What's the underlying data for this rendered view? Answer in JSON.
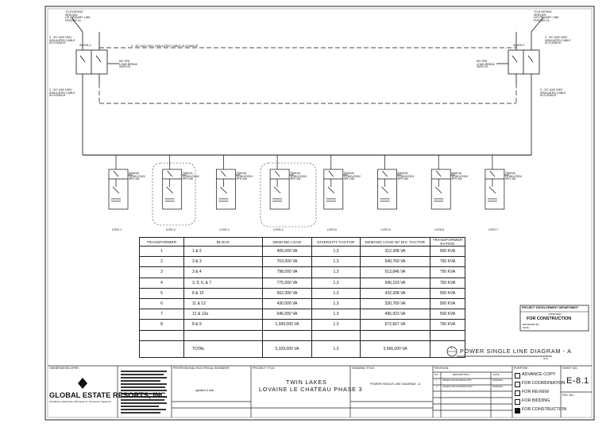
{
  "top_left": {
    "tag_block": [
      "TO EXISTING",
      "SERVICE",
      "UG PRIMARY LINE",
      "FEEDER 14"
    ],
    "feeder_label": [
      "3 - 3/C #4/0 15KV",
      "INSULATED CABLE",
      "IN CONDUIT"
    ],
    "ring_label": "3 - 3/C #4/0 15KV, INSULATED CABLE IN CONDUIT",
    "switchgear": "SWGR-1",
    "breaker_tag": [
      "MV SF6",
      "LOAD BREAK",
      "SWITCH"
    ],
    "cable_label": [
      "3 - 3/C #4/0 15KV",
      "INSULATED CABLE",
      "IN CONDUIT"
    ]
  },
  "top_right": {
    "tag_block": [
      "TO EXISTING",
      "SERVICE",
      "UG PRIMARY LINE",
      "FEEDER 15"
    ],
    "feeder_label": [
      "3 - 3/C #4/0 15KV",
      "INSULATED CABLE",
      "IN CONDUIT"
    ],
    "switchgear": "SWGR-2",
    "breaker_tag": [
      "MV SF6",
      "LOAD BREAK",
      "SWITCH"
    ],
    "cable_label": [
      "3 - 3/C #4/0 15KV",
      "INSULATED CABLE",
      "IN CONDUIT"
    ]
  },
  "transformers": [
    {
      "tag": "LVSS-1",
      "spec": [
        "500KVA",
        "13.8KV/230V",
        "3PH 3W"
      ]
    },
    {
      "tag": "LVSS-2",
      "spec": [
        "750KVA",
        "13.8KV/230V",
        "3PH 3W"
      ]
    },
    {
      "tag": "LVSS-3",
      "spec": [
        "750KVA",
        "13.8KV/230V",
        "3PH 3W"
      ]
    },
    {
      "tag": "LVSS-4",
      "spec": [
        "750KVA",
        "13.8KV/230V",
        "3PH 3W"
      ]
    },
    {
      "tag": "LVSS-5",
      "spec": [
        "500KVA",
        "13.8KV/230V",
        "3PH 3W"
      ]
    },
    {
      "tag": "LVSS-6",
      "spec": [
        "500KVA",
        "13.8KV/230V",
        "3PH 3W"
      ]
    },
    {
      "tag": "LVSS-6",
      "spec": [
        "500KVA",
        "13.8KV/230V",
        "3PH 3W"
      ]
    },
    {
      "tag": "LVSS-7",
      "spec": [
        "750KVA",
        "13.8KV/230V",
        "3PH 3W"
      ]
    }
  ],
  "table": {
    "headers": [
      "TRANSFORMER",
      "BLOCK",
      "DEMAND LOAD",
      "DIVERSITY FACTOR",
      "DEMAND LOAD W/ DIV. FACTOR",
      "TRANSFORMER RATING"
    ],
    "rows": [
      [
        "1",
        "1 & 2",
        "406,000 VA",
        "1.3",
        "312,308 VA",
        "500 KVA"
      ],
      [
        "2",
        "3 & 3",
        "703,000 VA",
        "1.3",
        "540,769 VA",
        "750 KVA"
      ],
      [
        "3",
        "3 & 4",
        "798,000 VA",
        "1.3",
        "613,846 VA",
        "750 KVA"
      ],
      [
        "4",
        "3, 5, 6, & 7",
        "775,000 VA",
        "1.3",
        "596,153 VA",
        "750 KVA"
      ],
      [
        "5",
        "8 & 10",
        "562,000 VA",
        "1.3",
        "432,308 VA",
        "500 KVA"
      ],
      [
        "6",
        "11 & 12",
        "430,000 VA",
        "1.3",
        "330,769 VA",
        "500 KVA"
      ],
      [
        "7",
        "12 & 12a",
        "646,000 VA",
        "1.3",
        "496,923 VA",
        "500 KVA"
      ],
      [
        "8",
        "8 & 9",
        "1,009,000 VA",
        "1.3",
        "672,667 VA",
        "750 KVA"
      ]
    ],
    "total": {
      "label": "TOTAL",
      "demand": "5,329,000 VA",
      "factor": "1.3",
      "with_factor": "3,566,000 VA"
    }
  },
  "stamp": {
    "header": "PROJECT DEVELOPMENT DEPARTMENT",
    "sub": "APPROVED",
    "main": "FOR CONSTRUCTION",
    "by": "REVIEWED BY:",
    "date": "DATE:"
  },
  "diagram_title": {
    "number": "1",
    "text": "POWER SINGLE LINE DIAGRAM",
    "suffix": "- A",
    "scale": "NTS"
  },
  "title_block": {
    "owner_label": "OWNER/DEVELOPER:",
    "company": "GLOBAL ESTATE RESORTS, INC.",
    "company_address": "12F Alliance Global Tower, 36th Street cor. 11th Avenue, Taguig City",
    "prof_label": "PROFESSIONAL ELECTRICAL ENGINEER",
    "signature": "signature & seal",
    "project_label": "PROJECT TITLE:",
    "project_line1": "TWIN LAKES",
    "project_line2": "LOVAINE LE CHATEAU PHASE 3",
    "drawing_label": "DRAWING TITLE:",
    "drawing_title": "POWER SINGLE LINE DIAGRAM - A",
    "revision_label": "REVISION:",
    "revision_headers": [
      "NO.",
      "DESCRIPTION",
      "DATE"
    ],
    "revisions": [
      [
        "1",
        "ISSUED FOR ADVANCE COPY",
        "03/12/2021"
      ],
      [
        "2",
        "ISSUED FOR CONSTRUCTION",
        "03/15/2021"
      ]
    ],
    "purpose_label": "PURPOSE:",
    "purposes": [
      {
        "label": "ADVANCE COPY",
        "checked": false
      },
      {
        "label": "FOR COORDINATION",
        "checked": false
      },
      {
        "label": "FOR REVIEW",
        "checked": false
      },
      {
        "label": "FOR BIDDING",
        "checked": false
      },
      {
        "label": "FOR CONSTRUCTION",
        "checked": true
      }
    ],
    "sheet_label": "SHEET NO.:",
    "sheet_no": "E-8.1",
    "prc_label": "PRC NO.:"
  },
  "colors": {
    "ink": "#111111",
    "paper": "#ffffff",
    "stamp_fill": "#ffffff"
  }
}
